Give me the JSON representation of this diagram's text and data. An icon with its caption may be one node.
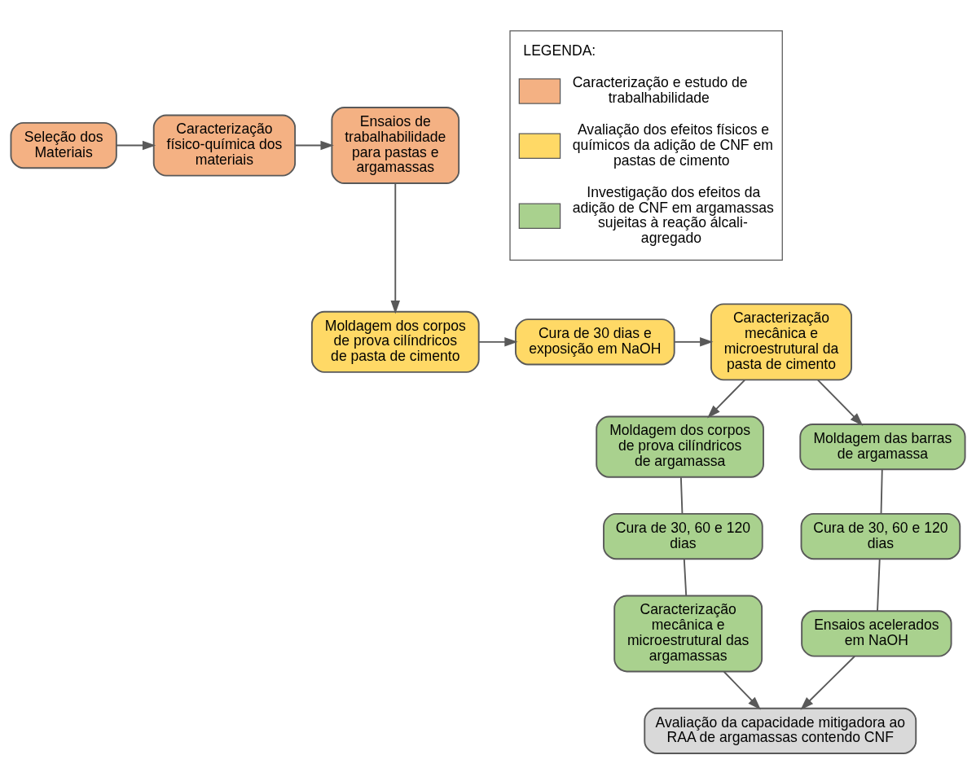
{
  "diagram": {
    "nodes": [
      {
        "text": [
          "Seleção dos Materiais"
        ]
      },
      {
        "text": [
          "Caracterização físico-química dos materiais"
        ]
      },
      {
        "text": [
          "Ensaios de trabalhabilidade para pastas e argamassas"
        ]
      },
      {
        "text": [
          "Caracterização mecânica e microestrutural da pasta de cimento"
        ]
      },
      {
        "text": [
          "Cura de 30 dias e exposição em NaOH"
        ]
      },
      {
        "text": [
          "Moldagem dos corpos de prova cilíndricos de pasta de cimento"
        ]
      },
      {
        "text": [
          "Moldagem dos corpos de prova cilíndricos de argamassa"
        ]
      },
      {
        "text": [
          "Moldagem das barras de argamassa"
        ]
      },
      {
        "text": [
          "Cura de 30, 60 e 120 dias"
        ]
      },
      {
        "text": [
          "Cura de 30, 60 e 120 dias"
        ]
      },
      {
        "text": [
          "Caracterização mecânica e microestrutural das argamassas"
        ]
      },
      {
        "text": [
          "Ensaios acelerados em NaOH"
        ]
      },
      {
        "text": [
          "Avaliação da capacidade mitigadora ao RAA de argamassas contendo CNF"
        ]
      }
    ],
    "edges": [
      {
        "from": 0,
        "to": 1,
        "arrow": "to"
      },
      {
        "from": 1,
        "to": 2,
        "arrow": "to"
      },
      {
        "from": 2,
        "to": 5,
        "arrow": "to"
      },
      {
        "from": 5,
        "to": 4,
        "arrow": "to"
      },
      {
        "from": 4,
        "to": 3,
        "arrow": "to"
      },
      {
        "from": 3,
        "to": 6,
        "arrow": "to"
      },
      {
        "from": 3,
        "to": 7,
        "arrow": "to"
      },
      {
        "from": 6,
        "to": 8,
        "arrow": "none"
      },
      {
        "from": 7,
        "to": 9,
        "arrow": "none"
      },
      {
        "from": 8,
        "to": 10,
        "arrow": "none"
      },
      {
        "from": 9,
        "to": 11,
        "arrow": "none"
      },
      {
        "from": 10,
        "to": 12,
        "arrow": "to"
      },
      {
        "from": 11,
        "to": 12,
        "arrow": "to"
      }
    ],
    "labels": [
      "LEGENDA:"
    ],
    "legend": [
      {
        "text": "Caracterização e estudo de trabalhabilidade",
        "color": "#f4b183"
      },
      {
        "text": "Avaliação dos efeitos físicos e químicos da adição de CNF em pastas de cimento",
        "color": "#ffd966"
      },
      {
        "text": "Investigação dos efeitos da adição de CNF em argamassas sujeitas à reação álcali-agregado",
        "color": "#a9d18e"
      }
    ]
  }
}
